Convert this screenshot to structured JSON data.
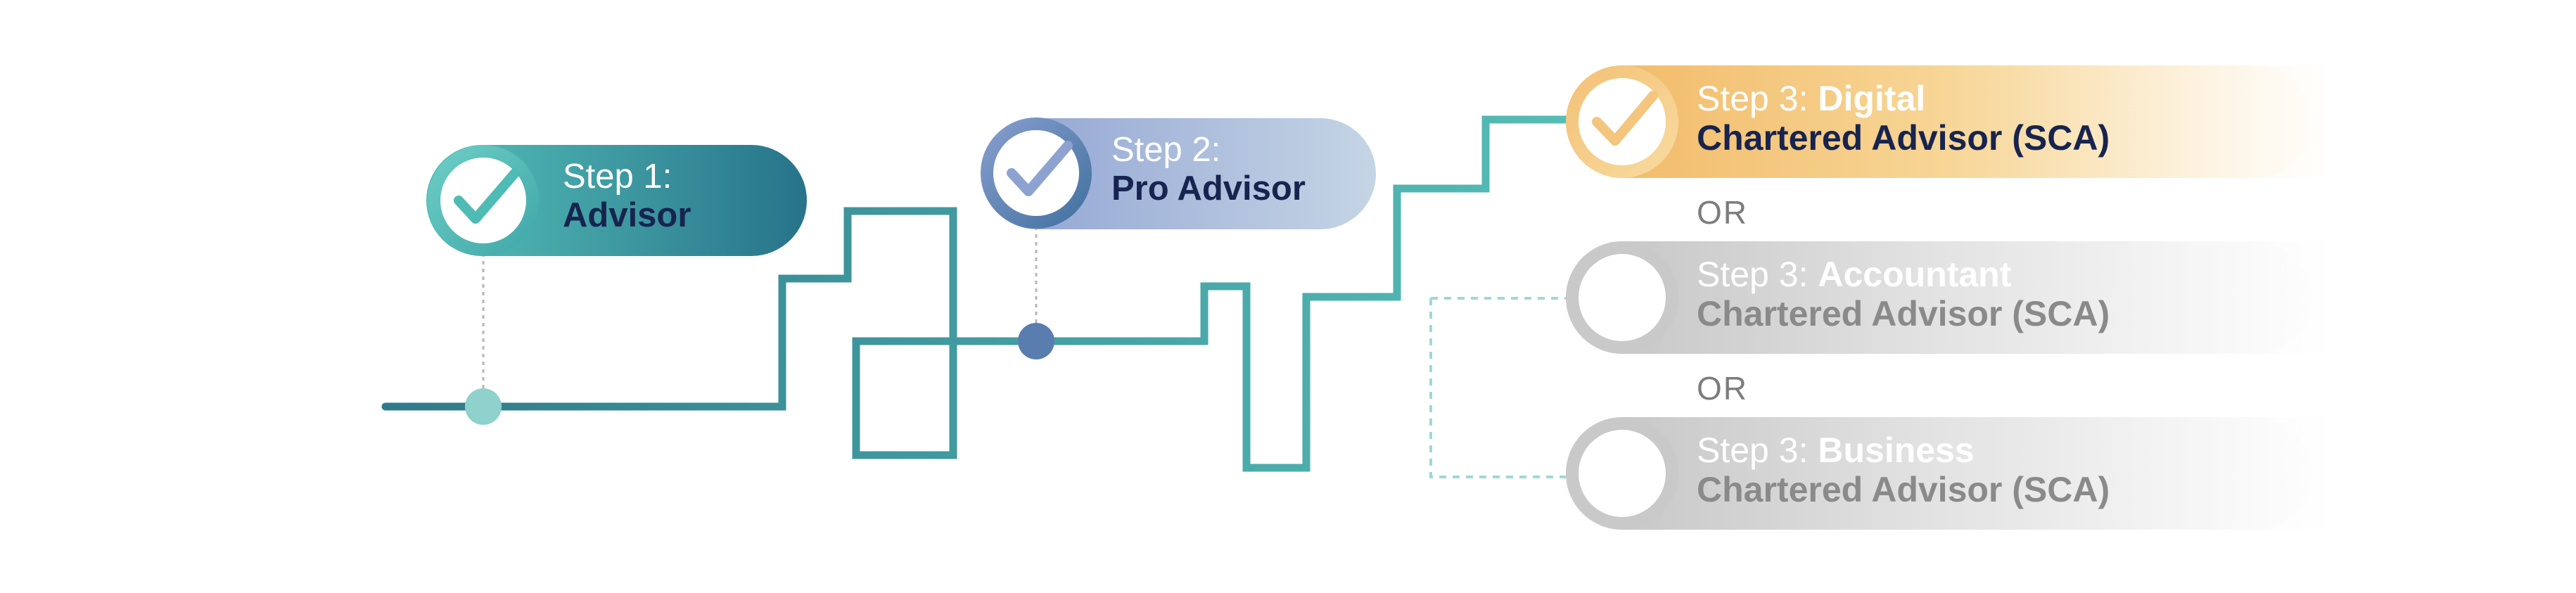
{
  "steps": [
    {
      "line1": "Step 1:",
      "line2": "Advisor",
      "completed": true
    },
    {
      "line1": "Step 2:",
      "line2": "Pro Advisor",
      "completed": true
    }
  ],
  "options": [
    {
      "prefix": "Step 3:",
      "emphasis": "Digital",
      "line2": "Chartered Advisor (SCA)",
      "completed": true
    },
    {
      "prefix": "Step 3:",
      "emphasis": "Accountant",
      "line2": "Chartered Advisor (SCA)",
      "completed": false
    },
    {
      "prefix": "Step 3:",
      "emphasis": "Business",
      "line2": "Chartered Advisor (SCA)",
      "completed": false
    }
  ],
  "separators": [
    "OR",
    "OR"
  ],
  "colors": {
    "path_dark": "#2f7f8d",
    "path_light": "#4db6b2",
    "navy": "#17244f",
    "step1_pill": "#2f8a96",
    "step2_pill": "#a0b2d8",
    "digital_pill": "#f2bd6e",
    "inactive_pill": "#cfcfcf"
  },
  "icons": [
    "check-icon",
    "empty-circle-icon"
  ]
}
